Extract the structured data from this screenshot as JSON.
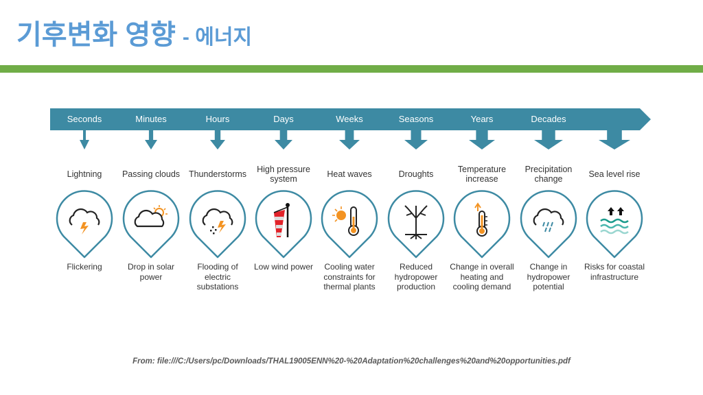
{
  "slide": {
    "title": "기후변화 영향",
    "subtitle": "- 에너지",
    "source": "From: file:///C:/Users/pc/Downloads/THAL19005ENN%20-%20Adaptation%20challenges%20and%20opportunities.pdf"
  },
  "colors": {
    "title": "#5b9bd5",
    "accent_bar": "#70ad47",
    "timeline": "#3d8aa3",
    "icon_orange": "#f39322"
  },
  "timeline": [
    {
      "unit": "Seconds",
      "event": "Lightning",
      "icon": "cloud-lightning-icon",
      "impact": "Flickering"
    },
    {
      "unit": "Minutes",
      "event": "Passing clouds",
      "icon": "cloud-sun-icon",
      "impact": "Drop in solar power"
    },
    {
      "unit": "Hours",
      "event": "Thunderstorms",
      "icon": "thunderstorm-icon",
      "impact": "Flooding of electric substations"
    },
    {
      "unit": "Days",
      "event": "High pressure system",
      "icon": "windsock-icon",
      "impact": "Low wind power"
    },
    {
      "unit": "Weeks",
      "event": "Heat waves",
      "icon": "sun-thermometer-icon",
      "impact": "Cooling water constraints for thermal plants"
    },
    {
      "unit": "Seasons",
      "event": "Droughts",
      "icon": "dry-tree-icon",
      "impact": "Reduced hydropower production"
    },
    {
      "unit": "Years",
      "event": "Temperature increase",
      "icon": "thermometer-rising-icon",
      "impact": "Change in overall heating and cooling demand"
    },
    {
      "unit": "Decades",
      "event": "Precipitation change",
      "icon": "cloud-rain-icon",
      "impact": "Change in hydropower potential"
    },
    {
      "unit": "",
      "event": "Sea level rise",
      "icon": "sea-level-rise-icon",
      "impact": "Risks for coastal infrastructure"
    }
  ]
}
